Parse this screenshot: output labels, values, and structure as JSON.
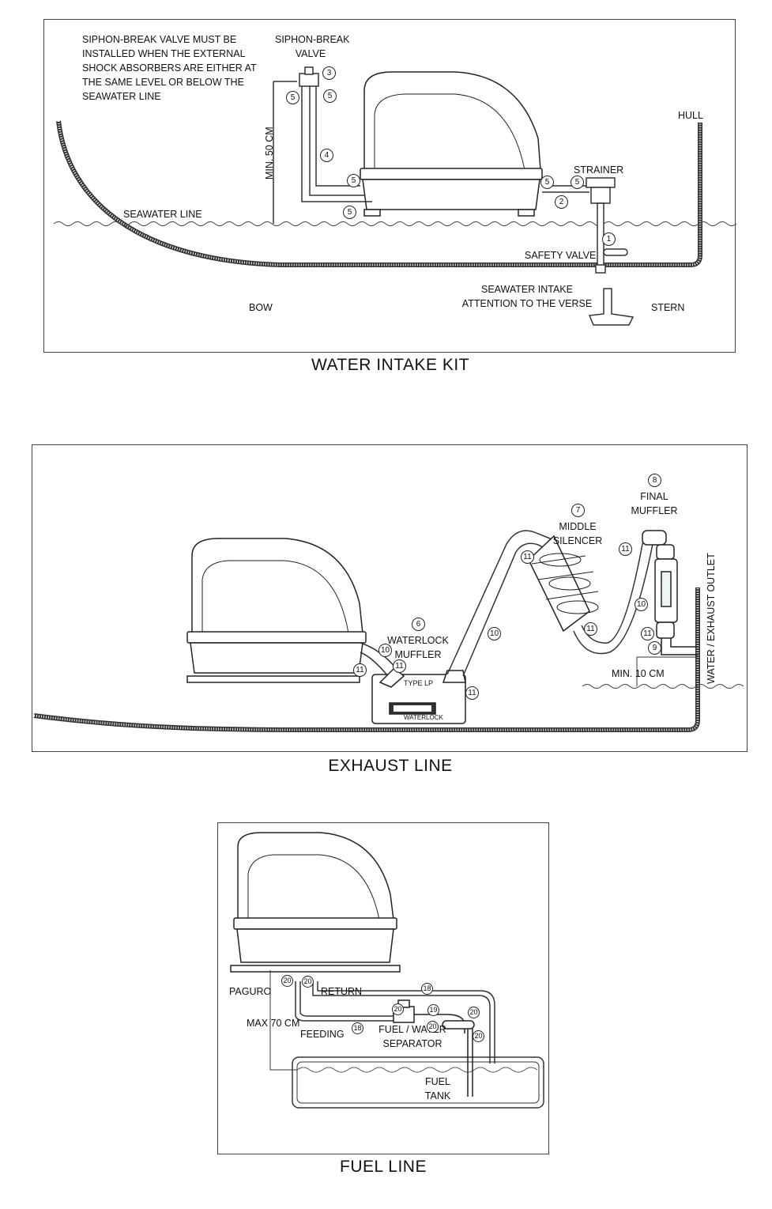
{
  "water_intake": {
    "caption": "WATER INTAKE KIT",
    "note": [
      "SIPHON-BREAK VALVE MUST BE",
      "INSTALLED WHEN THE EXTERNAL",
      "SHOCK ABSORBERS ARE EITHER AT",
      "THE SAME LEVEL OR BELOW THE",
      "SEAWATER LINE"
    ],
    "siphon_label": [
      "SIPHON-BREAK",
      "VALVE"
    ],
    "min_height": "MIN. 50 CM",
    "hull": "HULL",
    "strainer": "STRAINER",
    "seawater_line": "SEAWATER LINE",
    "safety_valve": "SAFETY VALVE",
    "intake": [
      "SEAWATER INTAKE",
      "ATTENTION TO THE VERSE"
    ],
    "bow": "BOW",
    "stern": "STERN",
    "callouts": [
      "3",
      "5",
      "5",
      "4",
      "5",
      "5",
      "5",
      "5",
      "2",
      "1"
    ]
  },
  "exhaust": {
    "caption": "EXHAUST LINE",
    "final_num": "8",
    "final": [
      "FINAL",
      "MUFFLER"
    ],
    "middle_num": "7",
    "middle": [
      "MIDDLE",
      "SILENCER"
    ],
    "waterlock_num": "6",
    "waterlock": [
      "WATERLOCK",
      "MUFFLER"
    ],
    "min_height": "MIN. 10 CM",
    "outlet": "WATER / EXHAUST OUTLET",
    "muffler_brand": "WATERLOCK",
    "muffler_type": "TYPE LP",
    "callouts": [
      "11",
      "11",
      "10",
      "11",
      "10",
      "11",
      "11",
      "10",
      "11",
      "11",
      "9"
    ]
  },
  "fuel": {
    "caption": "FUEL LINE",
    "paguro": "PAGURO",
    "return": "RETURN",
    "max_height": "MAX 70 CM",
    "feeding": "FEEDING",
    "separator": [
      "FUEL / WATER",
      "SEPARATOR"
    ],
    "tank": [
      "FUEL",
      "TANK"
    ],
    "callouts": [
      "20",
      "20",
      "18",
      "20",
      "19",
      "20",
      "18",
      "20",
      "20"
    ]
  }
}
